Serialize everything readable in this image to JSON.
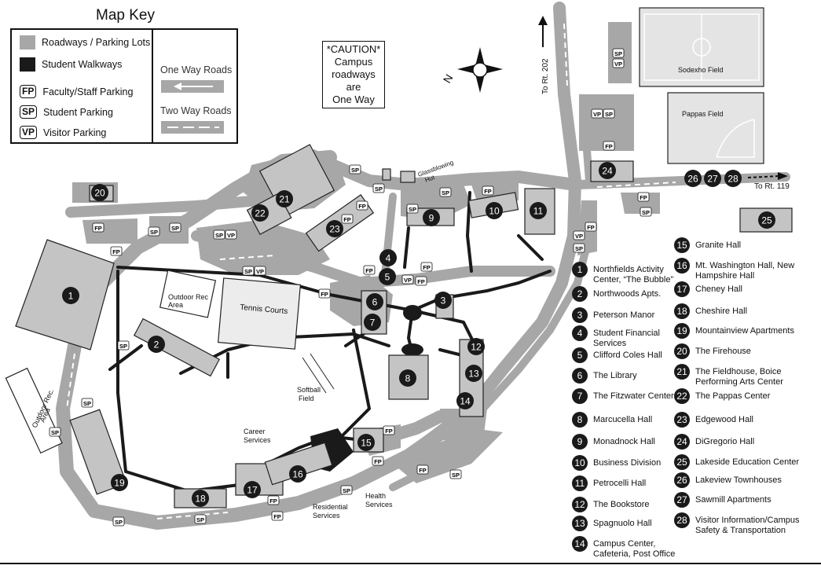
{
  "map_key": {
    "title": "Map Key",
    "items": [
      {
        "label": "Roadways / Parking Lots",
        "color": "#a7a7a7"
      },
      {
        "label": "Student Walkways",
        "color": "#1a1a1a"
      },
      {
        "badge": "FP",
        "label": "Faculty/Staff Parking"
      },
      {
        "badge": "SP",
        "label": "Student Parking"
      },
      {
        "badge": "VP",
        "label": "Visitor Parking"
      }
    ],
    "one_way_label": "One Way Roads",
    "two_way_label": "Two Way Roads"
  },
  "caution": {
    "lines": [
      "*CAUTION*",
      "Campus",
      "roadways",
      "are",
      "One Way"
    ]
  },
  "compass": {
    "letter": "N"
  },
  "road_labels": {
    "rt202": "To Rt. 202",
    "rt119": "To Rt. 119"
  },
  "place_labels": {
    "sodexho": "Sodexho Field",
    "pappas": "Pappas Field",
    "tennis": "Tennis Courts",
    "outdoor_rec": [
      "Outdoor Rec",
      "Area"
    ],
    "outdoor_rec_left": [
      "Outdoor Rec.",
      "Area"
    ],
    "softball": [
      "Softball",
      "Field"
    ],
    "glassblowing": [
      "Glassblowing",
      "Hut"
    ],
    "career": [
      "Career",
      "Services"
    ],
    "residential": [
      "Residential",
      "Services"
    ],
    "health": [
      "Health",
      "Services"
    ]
  },
  "legend_left": [
    {
      "num": "1",
      "name": "Northfields Activity Center, “The Bubble”"
    },
    {
      "num": "2",
      "name": "Northwoods Apts."
    },
    {
      "num": "3",
      "name": "Peterson Manor"
    },
    {
      "num": "4",
      "name": "Student Financial Services"
    },
    {
      "num": "5",
      "name": "Clifford Coles Hall"
    },
    {
      "num": "6",
      "name": "The Library"
    },
    {
      "num": "7",
      "name": "The Fitzwater Center"
    },
    {
      "num": "8",
      "name": "Marcucella Hall"
    },
    {
      "num": "9",
      "name": "Monadnock Hall"
    },
    {
      "num": "10",
      "name": "Business Division"
    },
    {
      "num": "11",
      "name": "Petrocelli Hall"
    },
    {
      "num": "12",
      "name": "The Bookstore"
    },
    {
      "num": "13",
      "name": "Spagnuolo Hall"
    },
    {
      "num": "14",
      "name": "Campus Center, Cafeteria, Post Office"
    }
  ],
  "legend_right": [
    {
      "num": "15",
      "name": "Granite Hall"
    },
    {
      "num": "16",
      "name": "Mt. Washington Hall, New Hampshire Hall"
    },
    {
      "num": "17",
      "name": "Cheney Hall"
    },
    {
      "num": "18",
      "name": "Cheshire Hall"
    },
    {
      "num": "19",
      "name": "Mountainview Apartments"
    },
    {
      "num": "20",
      "name": "The Firehouse"
    },
    {
      "num": "21",
      "name": "The Fieldhouse, Boice Performing Arts Center"
    },
    {
      "num": "22",
      "name": "The Pappas Center"
    },
    {
      "num": "23",
      "name": "Edgewood Hall"
    },
    {
      "num": "24",
      "name": "DiGregorio Hall"
    },
    {
      "num": "25",
      "name": "Lakeside Education Center"
    },
    {
      "num": "26",
      "name": "Lakeview Townhouses"
    },
    {
      "num": "27",
      "name": "Sawmill Apartments"
    },
    {
      "num": "28",
      "name": "Visitor Information/Campus Safety & Transportation"
    }
  ],
  "markers": {
    "m1": "1",
    "m2": "2",
    "m3": "3",
    "m4": "4",
    "m5": "5",
    "m6": "6",
    "m7": "7",
    "m8": "8",
    "m9": "9",
    "m10": "10",
    "m11": "11",
    "m12": "12",
    "m13": "13",
    "m14": "14",
    "m15": "15",
    "m16": "16",
    "m17": "17",
    "m18": "18",
    "m19": "19",
    "m20": "20",
    "m21": "21",
    "m22": "22",
    "m23": "23",
    "m24": "24",
    "m25": "25",
    "m26": "26",
    "m27": "27",
    "m28": "28"
  },
  "parking_badges": {
    "fp": "FP",
    "sp": "SP",
    "vp": "VP"
  },
  "colors": {
    "road": "#a7a7a7",
    "walk": "#1a1a1a",
    "building": "#c4c4c4",
    "field": "#e9e9e9"
  }
}
